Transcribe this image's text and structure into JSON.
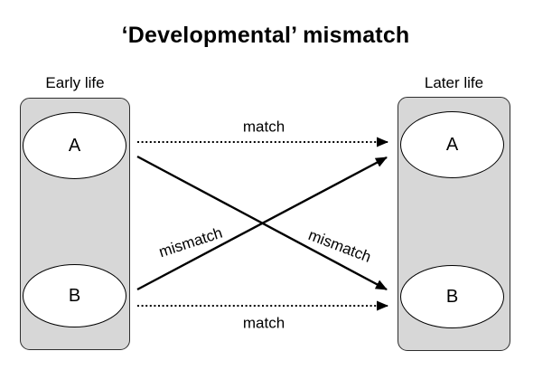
{
  "title": "‘Developmental’ mismatch",
  "columns": {
    "early": {
      "label": "Early life",
      "nodes": [
        {
          "label": "A"
        },
        {
          "label": "B"
        }
      ]
    },
    "later": {
      "label": "Later life",
      "nodes": [
        {
          "label": "A"
        },
        {
          "label": "B"
        }
      ]
    }
  },
  "arrows": [
    {
      "from": "early-A",
      "to": "later-A",
      "style": "dotted",
      "label": "match"
    },
    {
      "from": "early-B",
      "to": "later-B",
      "style": "dotted",
      "label": "match"
    },
    {
      "from": "early-A",
      "to": "later-B",
      "style": "solid",
      "label": "mismatch"
    },
    {
      "from": "early-B",
      "to": "later-A",
      "style": "solid",
      "label": "mismatch"
    }
  ],
  "colors": {
    "background": "#ffffff",
    "panel_fill": "#d7d7d7",
    "panel_border": "#2e2e2e",
    "node_fill": "#ffffff",
    "node_border": "#000000",
    "arrow": "#000000",
    "text": "#000000"
  }
}
